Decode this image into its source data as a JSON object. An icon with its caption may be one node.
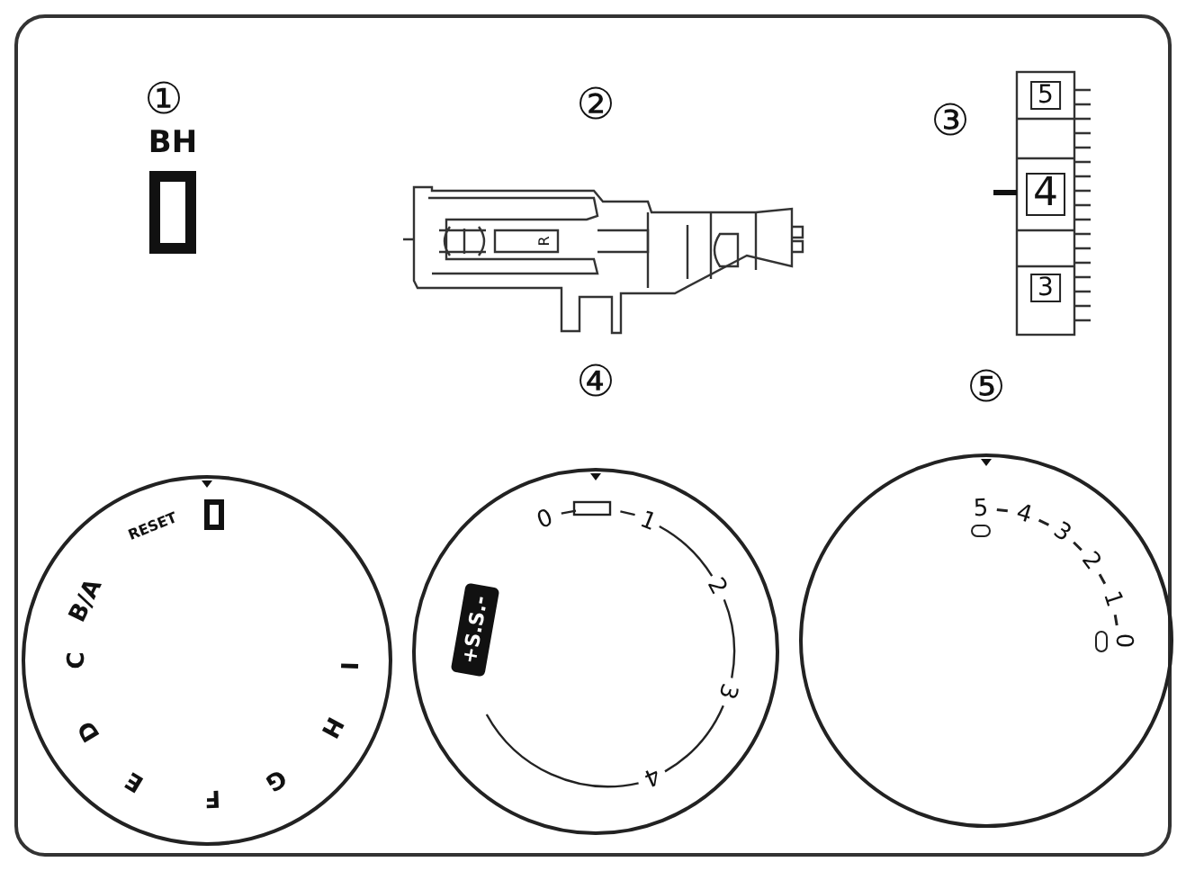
{
  "diagram": {
    "nodes": [
      {
        "text": [
          "RESET",
          "B/A",
          "C",
          "D",
          "E",
          "F",
          "G",
          "H",
          "I"
        ]
      },
      {
        "text": [
          "0",
          "1",
          "2",
          "3",
          "4",
          "+S.S.-"
        ]
      },
      {
        "text": [
          "5",
          "4",
          "3",
          "2",
          "1",
          "0"
        ]
      }
    ],
    "labels": [
      "①",
      "BH",
      "②",
      "R",
      "③",
      "5",
      "4",
      "3",
      "④",
      "⑤"
    ]
  }
}
